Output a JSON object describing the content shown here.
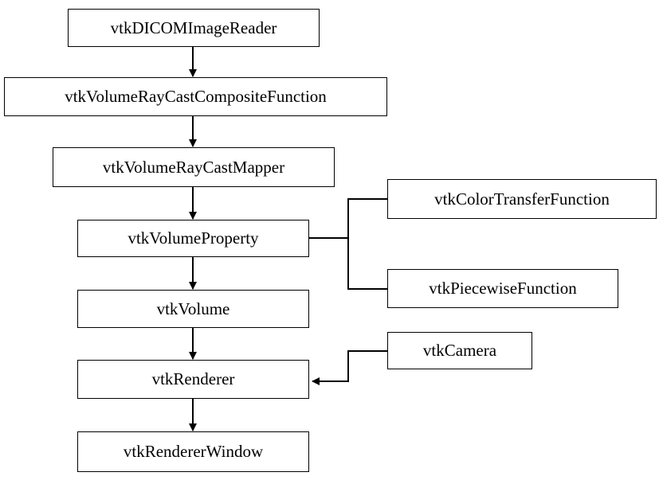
{
  "nodes": {
    "dicom_reader": "vtkDICOMImageReader",
    "composite_function": "vtkVolumeRayCastCompositeFunction",
    "raycast_mapper": "vtkVolumeRayCastMapper",
    "volume_property": "vtkVolumeProperty",
    "volume": "vtkVolume",
    "renderer": "vtkRenderer",
    "renderer_window": "vtkRendererWindow",
    "color_transfer": "vtkColorTransferFunction",
    "piecewise": "vtkPiecewiseFunction",
    "camera": "vtkCamera"
  }
}
